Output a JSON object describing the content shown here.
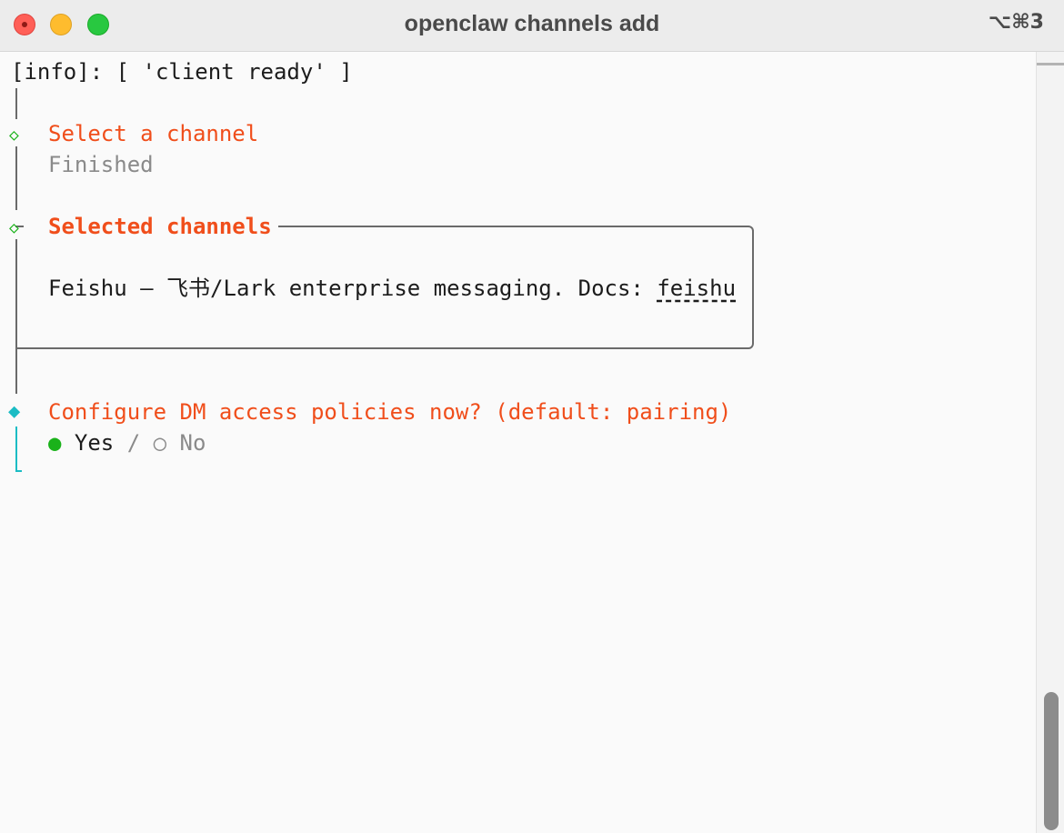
{
  "window": {
    "title": "openclaw channels add",
    "shortcut": "⌥⌘3"
  },
  "terminal": {
    "info_line": "[info]: [ 'client ready' ]",
    "step1": {
      "title": "Select a channel",
      "status": "Finished"
    },
    "step2": {
      "title": "Selected channels",
      "entry_prefix": "Feishu — 飞书/Lark enterprise messaging. Docs: ",
      "entry_link": "feishu"
    },
    "step3": {
      "question": "Configure DM access policies now? (default: pairing)",
      "yes_marker": "●",
      "yes_label": "Yes",
      "separator": "/",
      "no_marker": "○",
      "no_label": "No"
    },
    "markers": {
      "done": "◇",
      "active": "◆"
    }
  },
  "colors": {
    "accent": "#f04e1b",
    "success": "#1ab21a",
    "active": "#1bbcc4",
    "muted": "#8a8a8a"
  }
}
